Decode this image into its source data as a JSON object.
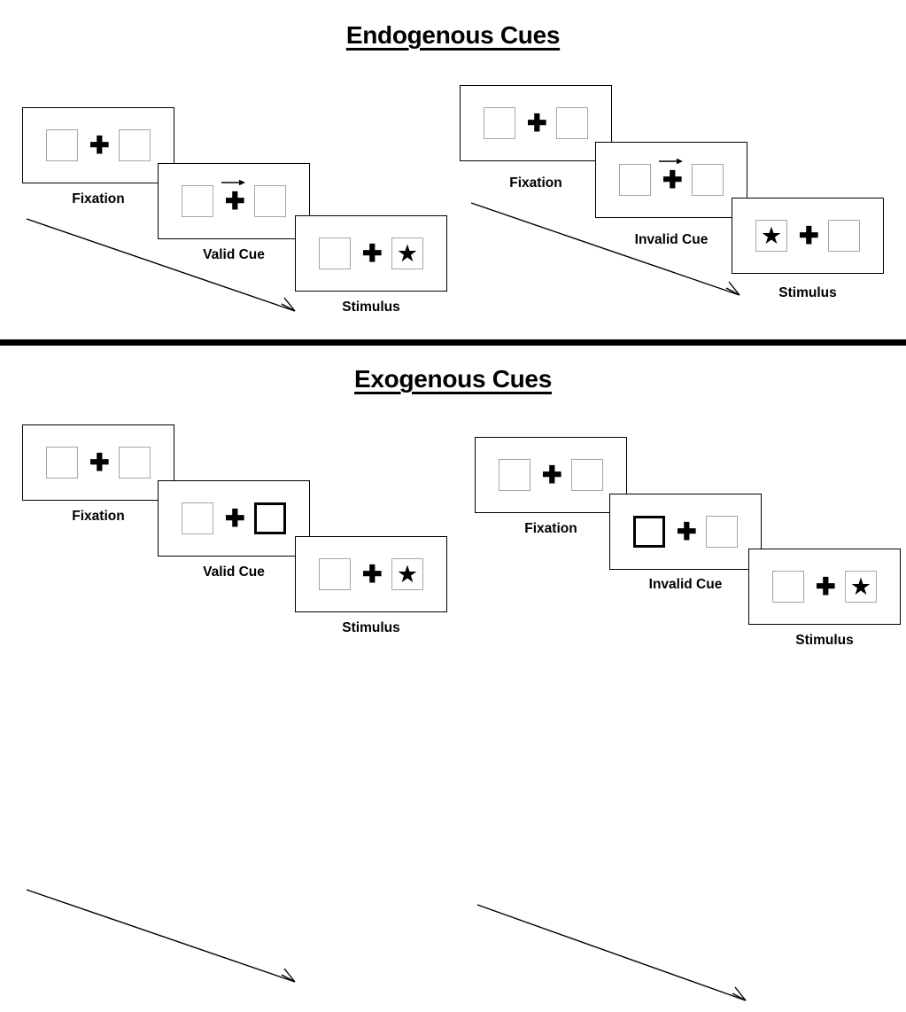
{
  "figure": {
    "title_endogenous": "Endogenous Cues",
    "title_exogenous": "Exogenous Cues"
  },
  "colors": {
    "panel_border": "#000000",
    "box_border": "#a6a6a6",
    "cued_box_border": "#000000",
    "ink": "#000000",
    "background": "#ffffff"
  },
  "glyphs": {
    "plus": "✚",
    "star": "★"
  },
  "sections": [
    {
      "id": "endogenous",
      "title": "Endogenous Cues",
      "sequences": [
        {
          "id": "endogenous-valid",
          "frames": [
            {
              "label": "Fixation",
              "cue": "none",
              "target": "none"
            },
            {
              "label": "Valid Cue",
              "cue": "arrow-right",
              "target": "none"
            },
            {
              "label": "Stimulus",
              "cue": "none",
              "target": "right"
            }
          ]
        },
        {
          "id": "endogenous-invalid",
          "frames": [
            {
              "label": "Fixation",
              "cue": "none",
              "target": "none"
            },
            {
              "label": "Invalid Cue",
              "cue": "arrow-right",
              "target": "none"
            },
            {
              "label": "Stimulus",
              "cue": "none",
              "target": "left"
            }
          ]
        }
      ]
    },
    {
      "id": "exogenous",
      "title": "Exogenous Cues",
      "sequences": [
        {
          "id": "exogenous-valid",
          "frames": [
            {
              "label": "Fixation",
              "cue": "none",
              "target": "none"
            },
            {
              "label": "Valid Cue",
              "cue": "box-right",
              "target": "none"
            },
            {
              "label": "Stimulus",
              "cue": "none",
              "target": "right"
            }
          ]
        },
        {
          "id": "exogenous-invalid",
          "frames": [
            {
              "label": "Fixation",
              "cue": "none",
              "target": "none"
            },
            {
              "label": "Invalid Cue",
              "cue": "box-left",
              "target": "none"
            },
            {
              "label": "Stimulus",
              "cue": "none",
              "target": "right"
            }
          ]
        }
      ]
    }
  ]
}
